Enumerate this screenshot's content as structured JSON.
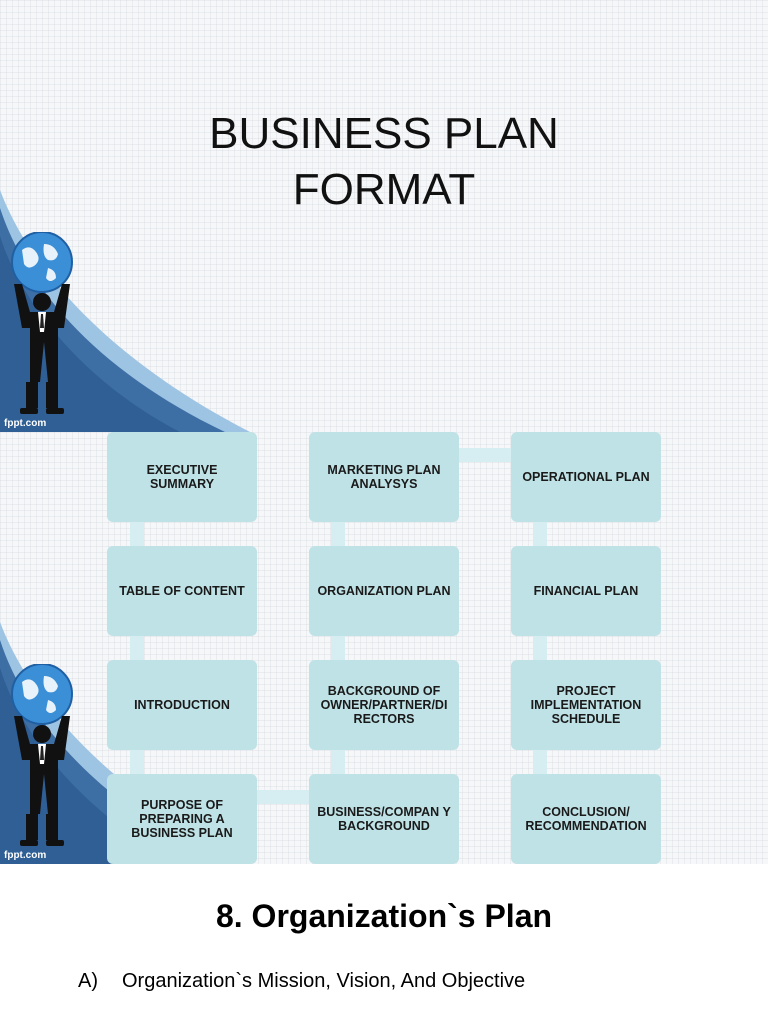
{
  "slide1": {
    "title_line1": "BUSINESS PLAN",
    "title_line2": "FORMAT",
    "watermark": "fppt.com",
    "mascot_icon": "globe-businessman-icon"
  },
  "slide2": {
    "watermark": "fppt.com",
    "mascot_icon": "globe-businessman-icon",
    "boxes": [
      "EXECUTIVE SUMMARY",
      "TABLE OF CONTENT",
      "INTRODUCTION",
      "PURPOSE OF PREPARING A BUSINESS PLAN",
      "MARKETING PLAN ANALYSYS",
      "ORGANIZATION PLAN",
      "BACKGROUND OF OWNER/PARTNER/DI RECTORS",
      "BUSINESS/COMPAN Y BACKGROUND",
      "OPERATIONAL PLAN",
      "FINANCIAL PLAN",
      "PROJECT IMPLEMENTATION SCHEDULE",
      "CONCLUSION/ RECOMMENDATION"
    ]
  },
  "slide3": {
    "heading": "8. Organization`s Plan",
    "item_marker": "A)",
    "item_text": "Organization`s Mission, Vision, And Objective"
  },
  "colors": {
    "box_fill": "#bfe2e6",
    "connector": "#d6eef1",
    "swoosh_dark": "#2f5f95",
    "swoosh_light": "#9ec4e4"
  }
}
